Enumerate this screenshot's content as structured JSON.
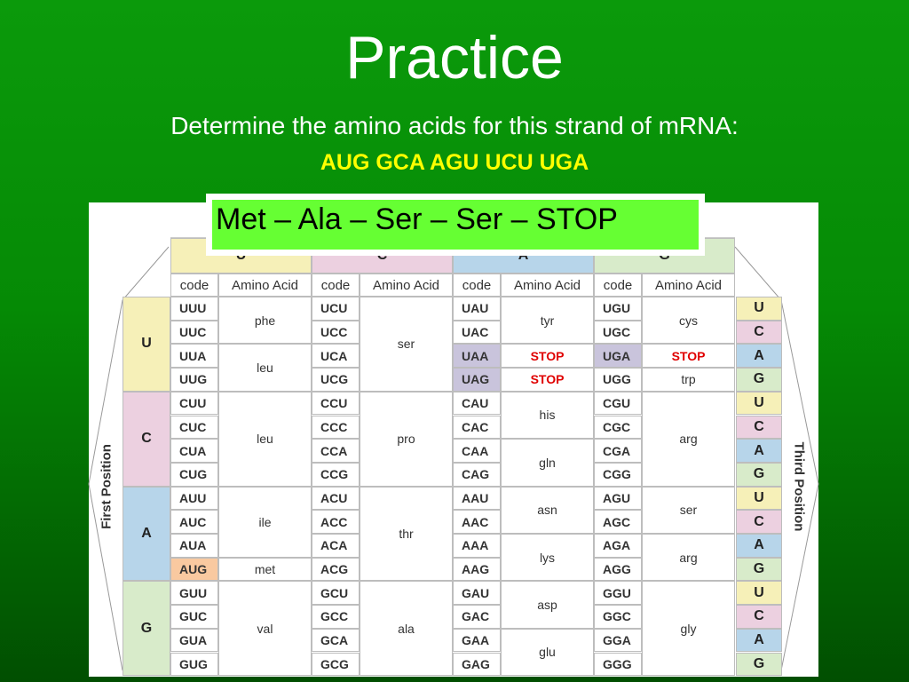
{
  "slide": {
    "title": "Practice",
    "subtitle": "Determine the amino acids for this strand of mRNA:",
    "strand": "AUG GCA AGU UCU UGA",
    "answer": "Met – Ala – Ser – Ser – STOP"
  },
  "table": {
    "first_position_label": "First Position",
    "third_position_label": "Third Position",
    "second_position_headers": [
      "U",
      "C",
      "A",
      "G"
    ],
    "column_headers": {
      "code": "code",
      "amino": "Amino Acid"
    },
    "third_letters": [
      "U",
      "C",
      "A",
      "G"
    ],
    "blocks": [
      {
        "first": "U",
        "columns": [
          {
            "codes": [
              "UUU",
              "UUC",
              "UUA",
              "UUG"
            ],
            "aminos": [
              {
                "label": "phe",
                "rows": [
                  0,
                  1
                ]
              },
              {
                "label": "leu",
                "rows": [
                  2,
                  3
                ]
              }
            ]
          },
          {
            "codes": [
              "UCU",
              "UCC",
              "UCA",
              "UCG"
            ],
            "aminos": [
              {
                "label": "ser",
                "rows": [
                  0,
                  3
                ]
              }
            ]
          },
          {
            "codes": [
              "UAU",
              "UAC",
              "UAA",
              "UAG"
            ],
            "aminos": [
              {
                "label": "tyr",
                "rows": [
                  0,
                  1
                ]
              },
              {
                "label": "STOP",
                "rows": [
                  2,
                  2
                ],
                "stop": true
              },
              {
                "label": "STOP",
                "rows": [
                  3,
                  3
                ],
                "stop": true
              }
            ]
          },
          {
            "codes": [
              "UGU",
              "UGC",
              "UGA",
              "UGG"
            ],
            "aminos": [
              {
                "label": "cys",
                "rows": [
                  0,
                  1
                ]
              },
              {
                "label": "STOP",
                "rows": [
                  2,
                  2
                ],
                "stop": true
              },
              {
                "label": "trp",
                "rows": [
                  3,
                  3
                ]
              }
            ]
          }
        ]
      },
      {
        "first": "C",
        "columns": [
          {
            "codes": [
              "CUU",
              "CUC",
              "CUA",
              "CUG"
            ],
            "aminos": [
              {
                "label": "leu",
                "rows": [
                  0,
                  3
                ]
              }
            ]
          },
          {
            "codes": [
              "CCU",
              "CCC",
              "CCA",
              "CCG"
            ],
            "aminos": [
              {
                "label": "pro",
                "rows": [
                  0,
                  3
                ]
              }
            ]
          },
          {
            "codes": [
              "CAU",
              "CAC",
              "CAA",
              "CAG"
            ],
            "aminos": [
              {
                "label": "his",
                "rows": [
                  0,
                  1
                ]
              },
              {
                "label": "gln",
                "rows": [
                  2,
                  3
                ]
              }
            ]
          },
          {
            "codes": [
              "CGU",
              "CGC",
              "CGA",
              "CGG"
            ],
            "aminos": [
              {
                "label": "arg",
                "rows": [
                  0,
                  3
                ]
              }
            ]
          }
        ]
      },
      {
        "first": "A",
        "columns": [
          {
            "codes": [
              "AUU",
              "AUC",
              "AUA",
              "AUG"
            ],
            "aminos": [
              {
                "label": "ile",
                "rows": [
                  0,
                  2
                ]
              },
              {
                "label": "met",
                "rows": [
                  3,
                  3
                ]
              }
            ]
          },
          {
            "codes": [
              "ACU",
              "ACC",
              "ACA",
              "ACG"
            ],
            "aminos": [
              {
                "label": "thr",
                "rows": [
                  0,
                  3
                ]
              }
            ]
          },
          {
            "codes": [
              "AAU",
              "AAC",
              "AAA",
              "AAG"
            ],
            "aminos": [
              {
                "label": "asn",
                "rows": [
                  0,
                  1
                ]
              },
              {
                "label": "lys",
                "rows": [
                  2,
                  3
                ]
              }
            ]
          },
          {
            "codes": [
              "AGU",
              "AGC",
              "AGA",
              "AGG"
            ],
            "aminos": [
              {
                "label": "ser",
                "rows": [
                  0,
                  1
                ]
              },
              {
                "label": "arg",
                "rows": [
                  2,
                  3
                ]
              }
            ]
          }
        ]
      },
      {
        "first": "G",
        "columns": [
          {
            "codes": [
              "GUU",
              "GUC",
              "GUA",
              "GUG"
            ],
            "aminos": [
              {
                "label": "val",
                "rows": [
                  0,
                  3
                ]
              }
            ]
          },
          {
            "codes": [
              "GCU",
              "GCC",
              "GCA",
              "GCG"
            ],
            "aminos": [
              {
                "label": "ala",
                "rows": [
                  0,
                  3
                ]
              }
            ]
          },
          {
            "codes": [
              "GAU",
              "GAC",
              "GAA",
              "GAG"
            ],
            "aminos": [
              {
                "label": "asp",
                "rows": [
                  0,
                  1
                ]
              },
              {
                "label": "glu",
                "rows": [
                  2,
                  3
                ]
              }
            ]
          },
          {
            "codes": [
              "GGU",
              "GGC",
              "GGA",
              "GGG"
            ],
            "aminos": [
              {
                "label": "gly",
                "rows": [
                  0,
                  3
                ]
              }
            ]
          }
        ]
      }
    ],
    "highlighted_codons": [
      "UAA",
      "UAG",
      "UGA",
      "AUG"
    ],
    "colors": {
      "U": "#f6f0b8",
      "C": "#ecd0e0",
      "A": "#b7d5ea",
      "G": "#d8ebca",
      "highlight_stop": "#c9c4dc",
      "highlight_start": "#f9c9a0",
      "stop_text": "#e00000",
      "answer_bg": "#66ff33",
      "strand_text": "#ffff00"
    }
  }
}
